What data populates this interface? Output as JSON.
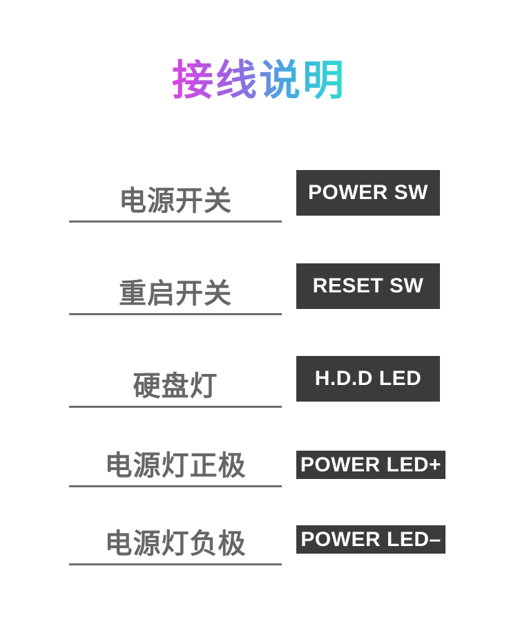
{
  "title": {
    "text": "接线说明",
    "gradient_colors": [
      "#da45e3",
      "#9c63e2",
      "#44a9e0",
      "#2fdcd0"
    ]
  },
  "rows": [
    {
      "label": "电源开关",
      "badge": "POWER SW"
    },
    {
      "label": "重启开关",
      "badge": "RESET SW"
    },
    {
      "label": "硬盘灯",
      "badge": "H.D.D LED"
    },
    {
      "label": "电源灯正极",
      "badge": "POWER LED+"
    },
    {
      "label": "电源灯负极",
      "badge": "POWER LED–"
    }
  ],
  "colors": {
    "page_background": "#ffffff",
    "label_text": "#666666",
    "underline": "#6e6e6e",
    "badge_background": "#3b3b3b",
    "badge_text": "#ffffff"
  }
}
